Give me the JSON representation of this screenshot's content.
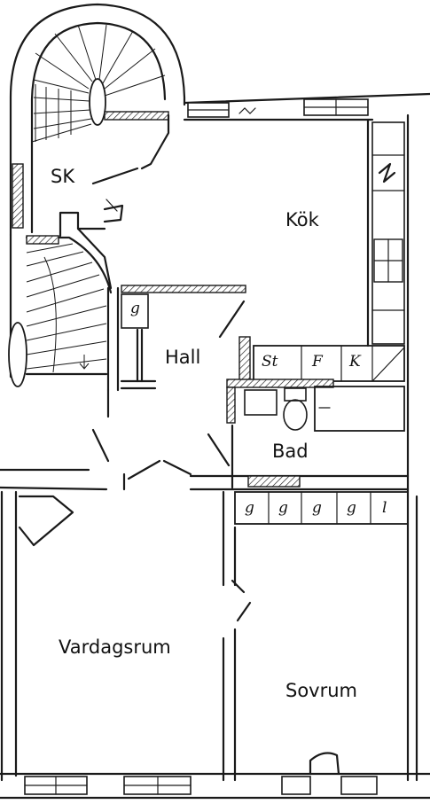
{
  "rooms": {
    "sk": "SK",
    "kok": "Kök",
    "hall": "Hall",
    "bad": "Bad",
    "vardagsrum": "Vardagsrum",
    "sovrum": "Sovrum"
  },
  "fixtures": {
    "hall_wardrobe": "g",
    "stove": "St",
    "fridge": "F",
    "k_unit": "K",
    "wardrobes": [
      "g",
      "g",
      "g",
      "g",
      "l"
    ]
  }
}
